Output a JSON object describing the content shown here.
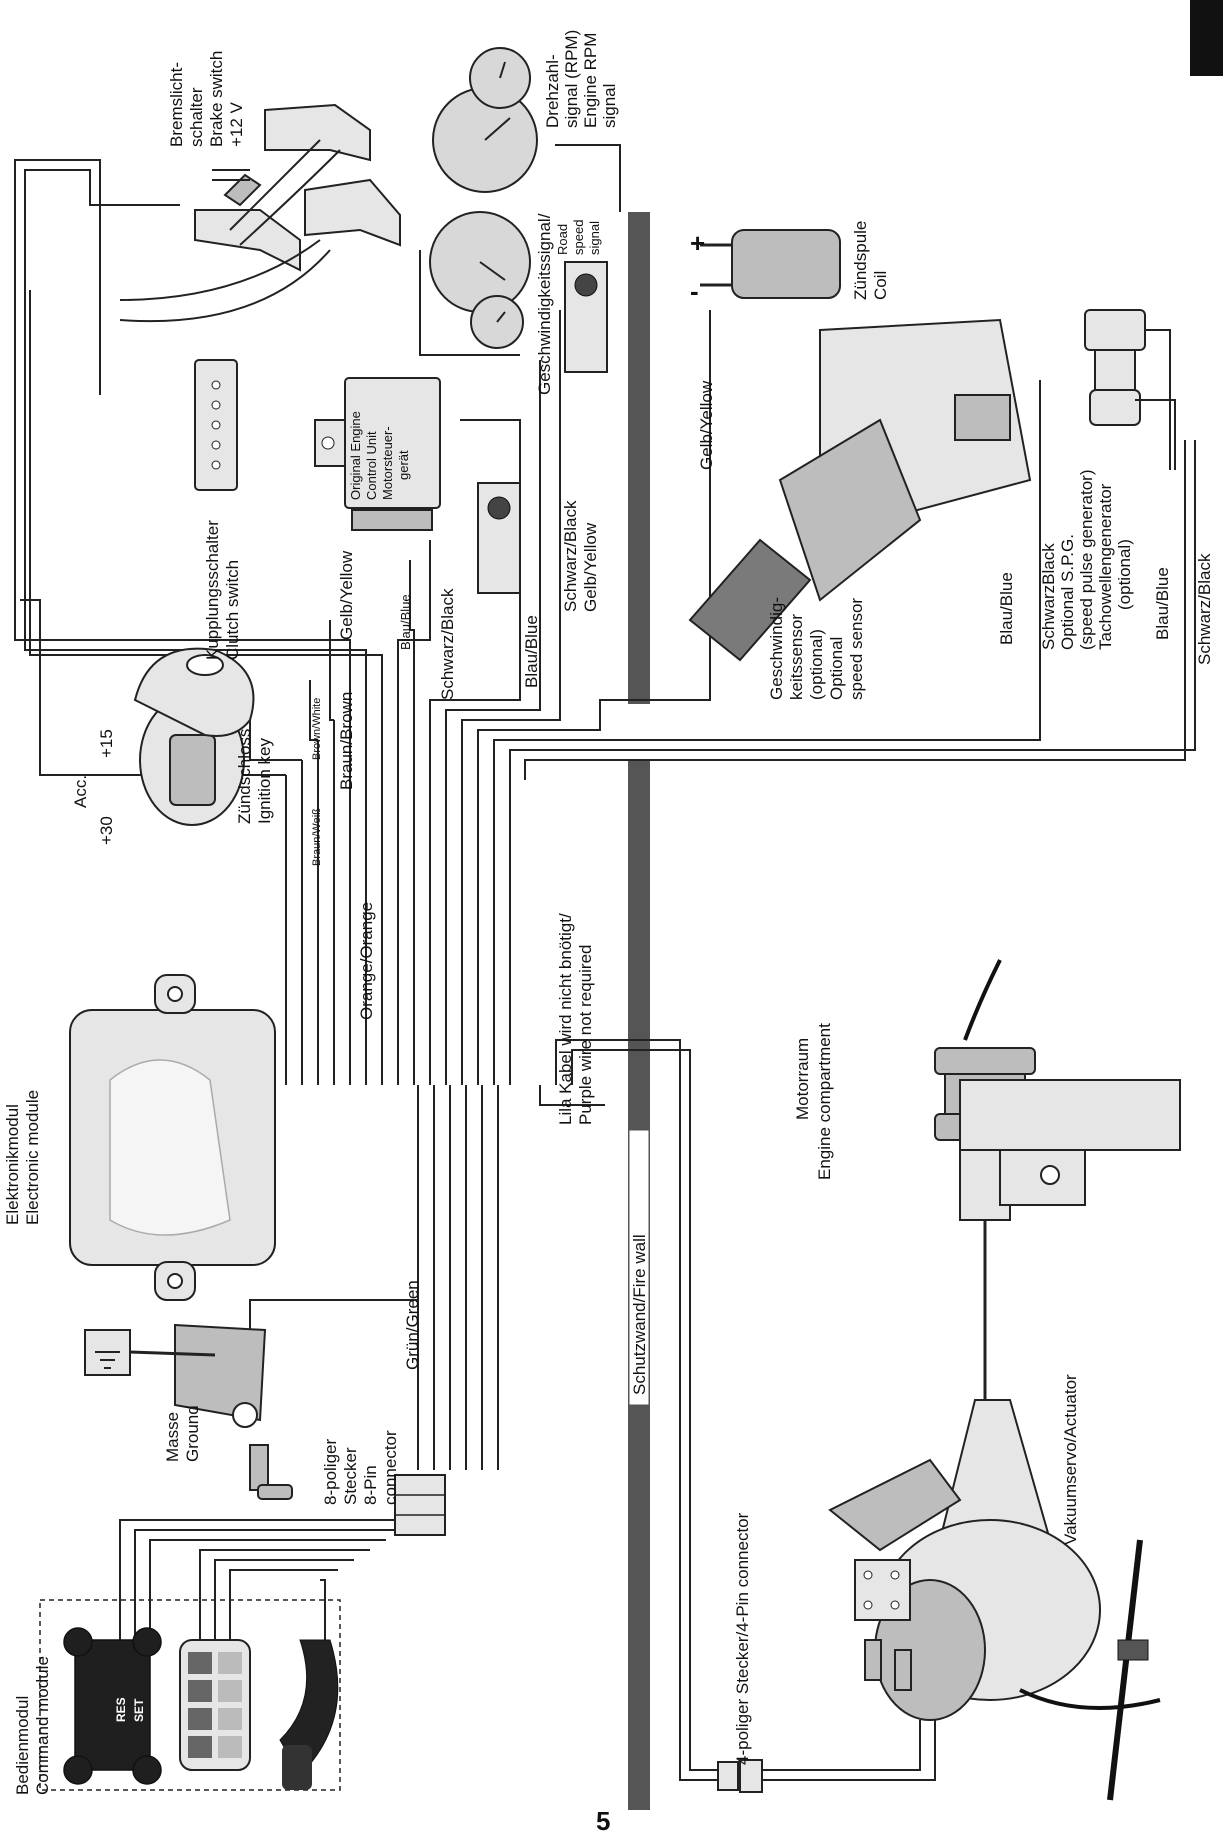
{
  "page_number": "5",
  "labels": {
    "brake_switch": [
      "Bremslicht-",
      "schalter",
      "Brake switch",
      "+12 V"
    ],
    "engine_rpm": [
      "Drehzahl-",
      "signal (RPM)",
      "Engine RPM",
      "signal"
    ],
    "road_speed": [
      "Geschwindigkeitssignal/",
      "Road",
      "speed",
      "signal"
    ],
    "coil": [
      "Zündspule",
      "Coil"
    ],
    "ecu": [
      "Original Engine",
      "Control Unit",
      "Motorsteuer-",
      "gerät"
    ],
    "clutch_switch": [
      "Kupplungsschalter",
      "Clutch switch"
    ],
    "gelb_yellow_1": "Gelb/Yellow",
    "gelb_yellow_2": "Gelb/Yellow",
    "gelb_yellow_3": "Gelb/Yellow",
    "blau_blue_1": "Blau/Blue",
    "blau_blue_2": "Blau/Blue",
    "blau_blue_3": "Blau/Blue",
    "blau_blue_4": "Blau/Blue",
    "schwarz_black_1": "Schwarz/Black",
    "schwarz_black_2": "Schwarz/Black",
    "schwarz_black_3": "Schwarz/Black",
    "speed_sensor": [
      "Geschwindig-",
      "keitssensor",
      "(optional)",
      "Optional",
      "speed sensor"
    ],
    "spg": [
      "SchwarzBlack",
      "Optional S.P.G.",
      "(speed pulse generator)",
      "Tachowellengenerator",
      "(optional)"
    ],
    "ignition": {
      "acc": "Acc.",
      "plus15": "+15",
      "plus30": "+30",
      "name": [
        "Zündschloss",
        "Ignition key"
      ],
      "braun_weiss": "Braun/Weiß",
      "brown_white": "Brown/White",
      "braun_brown": "Braun/Brown"
    },
    "electronic_module": [
      "Elektronikmodul",
      "Electronic module"
    ],
    "orange": "Orange/Orange",
    "lila": [
      "Lila Kabel wird nicht bnötigt/",
      "Purple wire not required"
    ],
    "engine_compartment": [
      "Motorraum",
      "Engine compartment"
    ],
    "firewall": "Schutzwand/Fire wall",
    "gruen_green": "Grün/Green",
    "ground": [
      "Masse",
      "Ground"
    ],
    "connector_8": [
      "8-poliger",
      "Stecker",
      "8-Pin",
      "connector"
    ],
    "connector_4": "4-poliger Stecker/4-Pin connector",
    "actuator": "Vakuumservo/Actuator",
    "command_module": [
      "Bedienmodul",
      "Command module"
    ],
    "res": "RES",
    "set": "SET"
  }
}
